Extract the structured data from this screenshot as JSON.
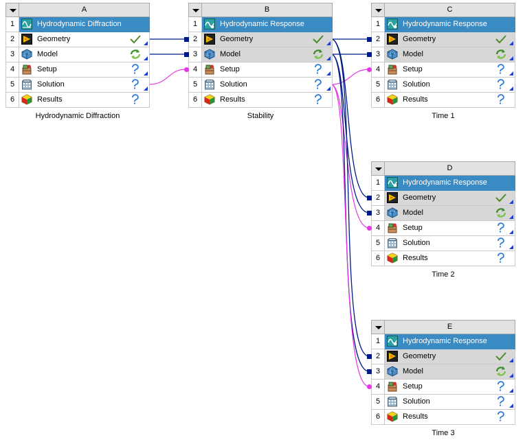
{
  "systems": [
    {
      "id": "A",
      "letter": "A",
      "caption": "Hydrodynamic Diffraction",
      "rows": [
        {
          "num": "1",
          "label": "Hydrodynamic Diffraction",
          "icon": "hydrodynamic-icon",
          "status": ""
        },
        {
          "num": "2",
          "label": "Geometry",
          "icon": "geometry-icon",
          "status": "up-to-date-check-icon"
        },
        {
          "num": "3",
          "label": "Model",
          "icon": "model-icon",
          "status": "refresh-required-icon"
        },
        {
          "num": "4",
          "label": "Setup",
          "icon": "setup-icon",
          "status": "attention-required-icon"
        },
        {
          "num": "5",
          "label": "Solution",
          "icon": "solution-icon",
          "status": "attention-required-icon"
        },
        {
          "num": "6",
          "label": "Results",
          "icon": "results-icon",
          "status": "attention-required-icon"
        }
      ]
    },
    {
      "id": "B",
      "letter": "B",
      "caption": "Stability",
      "rows": [
        {
          "num": "1",
          "label": "Hydrodynamic Response",
          "icon": "hydrodynamic-response-icon",
          "status": ""
        },
        {
          "num": "2",
          "label": "Geometry",
          "icon": "geometry-icon",
          "status": "up-to-date-check-icon"
        },
        {
          "num": "3",
          "label": "Model",
          "icon": "model-icon",
          "status": "refresh-required-icon"
        },
        {
          "num": "4",
          "label": "Setup",
          "icon": "setup-icon",
          "status": "attention-required-icon"
        },
        {
          "num": "5",
          "label": "Solution",
          "icon": "solution-icon",
          "status": "attention-required-icon"
        },
        {
          "num": "6",
          "label": "Results",
          "icon": "results-icon",
          "status": "attention-required-icon"
        }
      ]
    },
    {
      "id": "C",
      "letter": "C",
      "caption": "Time 1",
      "rows": [
        {
          "num": "1",
          "label": "Hydrodynamic Response",
          "icon": "hydrodynamic-response-icon",
          "status": ""
        },
        {
          "num": "2",
          "label": "Geometry",
          "icon": "geometry-icon",
          "status": "up-to-date-check-icon"
        },
        {
          "num": "3",
          "label": "Model",
          "icon": "model-icon",
          "status": "refresh-required-icon"
        },
        {
          "num": "4",
          "label": "Setup",
          "icon": "setup-icon",
          "status": "attention-required-icon"
        },
        {
          "num": "5",
          "label": "Solution",
          "icon": "solution-icon",
          "status": "attention-required-icon"
        },
        {
          "num": "6",
          "label": "Results",
          "icon": "results-icon",
          "status": "attention-required-icon"
        }
      ]
    },
    {
      "id": "D",
      "letter": "D",
      "caption": "Time 2",
      "rows": [
        {
          "num": "1",
          "label": "Hydrodynamic Response",
          "icon": "hydrodynamic-response-icon",
          "status": ""
        },
        {
          "num": "2",
          "label": "Geometry",
          "icon": "geometry-icon",
          "status": "up-to-date-check-icon"
        },
        {
          "num": "3",
          "label": "Model",
          "icon": "model-icon",
          "status": "refresh-required-icon"
        },
        {
          "num": "4",
          "label": "Setup",
          "icon": "setup-icon",
          "status": "attention-required-icon"
        },
        {
          "num": "5",
          "label": "Solution",
          "icon": "solution-icon",
          "status": "attention-required-icon"
        },
        {
          "num": "6",
          "label": "Results",
          "icon": "results-icon",
          "status": "attention-required-icon"
        }
      ]
    },
    {
      "id": "E",
      "letter": "E",
      "caption": "Time 3",
      "rows": [
        {
          "num": "1",
          "label": "Hydrodynamic Response",
          "icon": "hydrodynamic-response-icon",
          "status": ""
        },
        {
          "num": "2",
          "label": "Geometry",
          "icon": "geometry-icon",
          "status": "up-to-date-check-icon"
        },
        {
          "num": "3",
          "label": "Model",
          "icon": "model-icon",
          "status": "refresh-required-icon"
        },
        {
          "num": "4",
          "label": "Setup",
          "icon": "setup-icon",
          "status": "attention-required-icon"
        },
        {
          "num": "5",
          "label": "Solution",
          "icon": "solution-icon",
          "status": "attention-required-icon"
        },
        {
          "num": "6",
          "label": "Results",
          "icon": "results-icon",
          "status": "attention-required-icon"
        }
      ]
    }
  ],
  "colors": {
    "title_bg": "#3a8ac4",
    "share_link": "#001a86",
    "data_link": "#e436e4",
    "shared_row_bg": "#d7d7d7"
  }
}
